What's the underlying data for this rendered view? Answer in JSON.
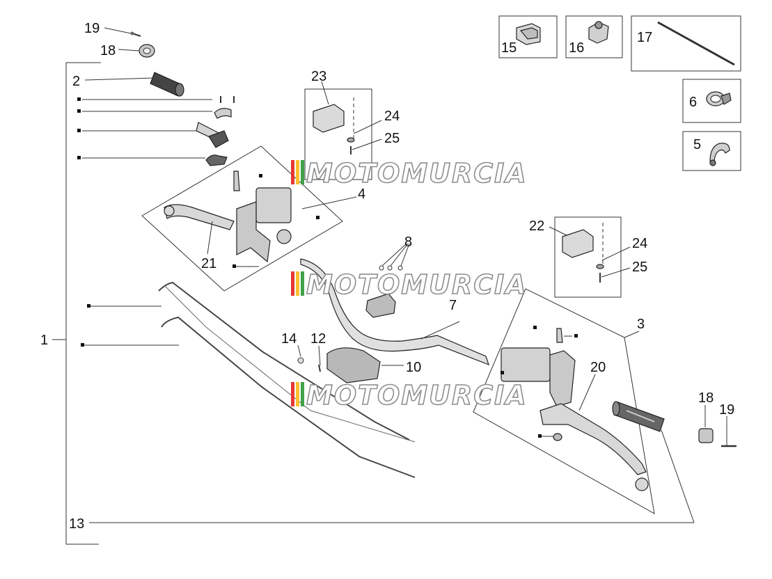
{
  "diagram": {
    "labels": {
      "l1": "1",
      "l2": "2",
      "l3": "3",
      "l4": "4",
      "l5": "5",
      "l6": "6",
      "l7": "7",
      "l8": "8",
      "l10": "10",
      "l12": "12",
      "l13": "13",
      "l14": "14",
      "l15": "15",
      "l16": "16",
      "l17": "17",
      "l18a": "18",
      "l18b": "18",
      "l19a": "19",
      "l19b": "19",
      "l20": "20",
      "l21": "21",
      "l22": "22",
      "l23": "23",
      "l24a": "24",
      "l24b": "24",
      "l25a": "25",
      "l25b": "25"
    },
    "watermark": "MOTOMURCIA",
    "colors": {
      "line": "#333333",
      "part_fill": "#dcdcdc",
      "part_dark": "#555555",
      "watermark_stripes": [
        "#e53935",
        "#fbc02d",
        "#43a047"
      ]
    }
  }
}
